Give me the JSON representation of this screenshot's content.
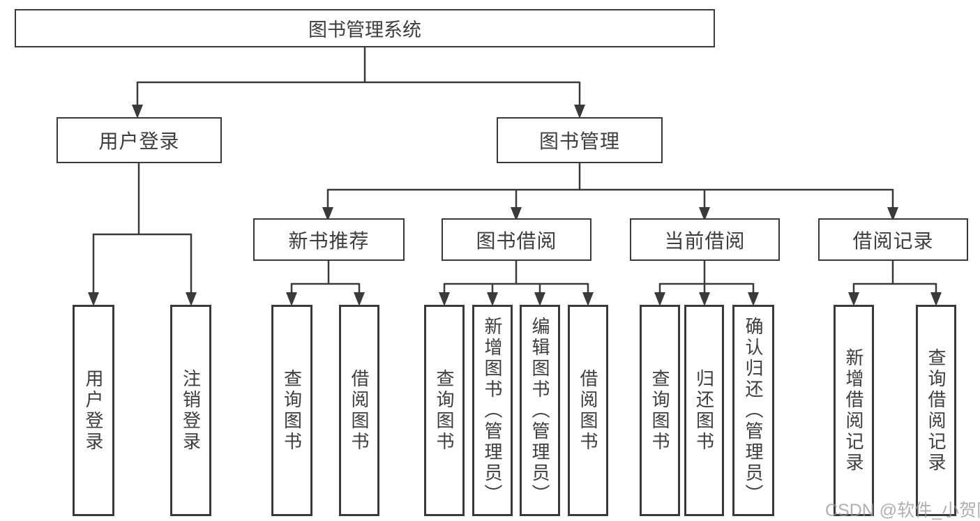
{
  "diagram": {
    "root": {
      "label": "图书管理系统"
    },
    "branches": [
      {
        "label": "用户登录",
        "children": [
          {
            "label": "用户登录"
          },
          {
            "label": "注销登录"
          }
        ]
      },
      {
        "label": "图书管理",
        "children": [
          {
            "label": "新书推荐",
            "children": [
              {
                "label": "查询图书"
              },
              {
                "label": "借阅图书"
              }
            ]
          },
          {
            "label": "图书借阅",
            "children": [
              {
                "label": "查询图书"
              },
              {
                "label": "新增图书（管理员）"
              },
              {
                "label": "编辑图书（管理员）"
              },
              {
                "label": "借阅图书"
              }
            ]
          },
          {
            "label": "当前借阅",
            "children": [
              {
                "label": "查询图书"
              },
              {
                "label": "归还图书"
              },
              {
                "label": "确认归还（管理员）"
              }
            ]
          },
          {
            "label": "借阅记录",
            "children": [
              {
                "label": "新增借阅记录"
              },
              {
                "label": "查询借阅记录"
              }
            ]
          }
        ]
      }
    ]
  },
  "watermark": {
    "text": "CSDN @软件_小贺同学"
  },
  "colors": {
    "line": "#3a3a3a",
    "box_border": "#3a3a3a",
    "text": "#3d3d40",
    "background": "#ffffff",
    "watermark": "#969696"
  }
}
